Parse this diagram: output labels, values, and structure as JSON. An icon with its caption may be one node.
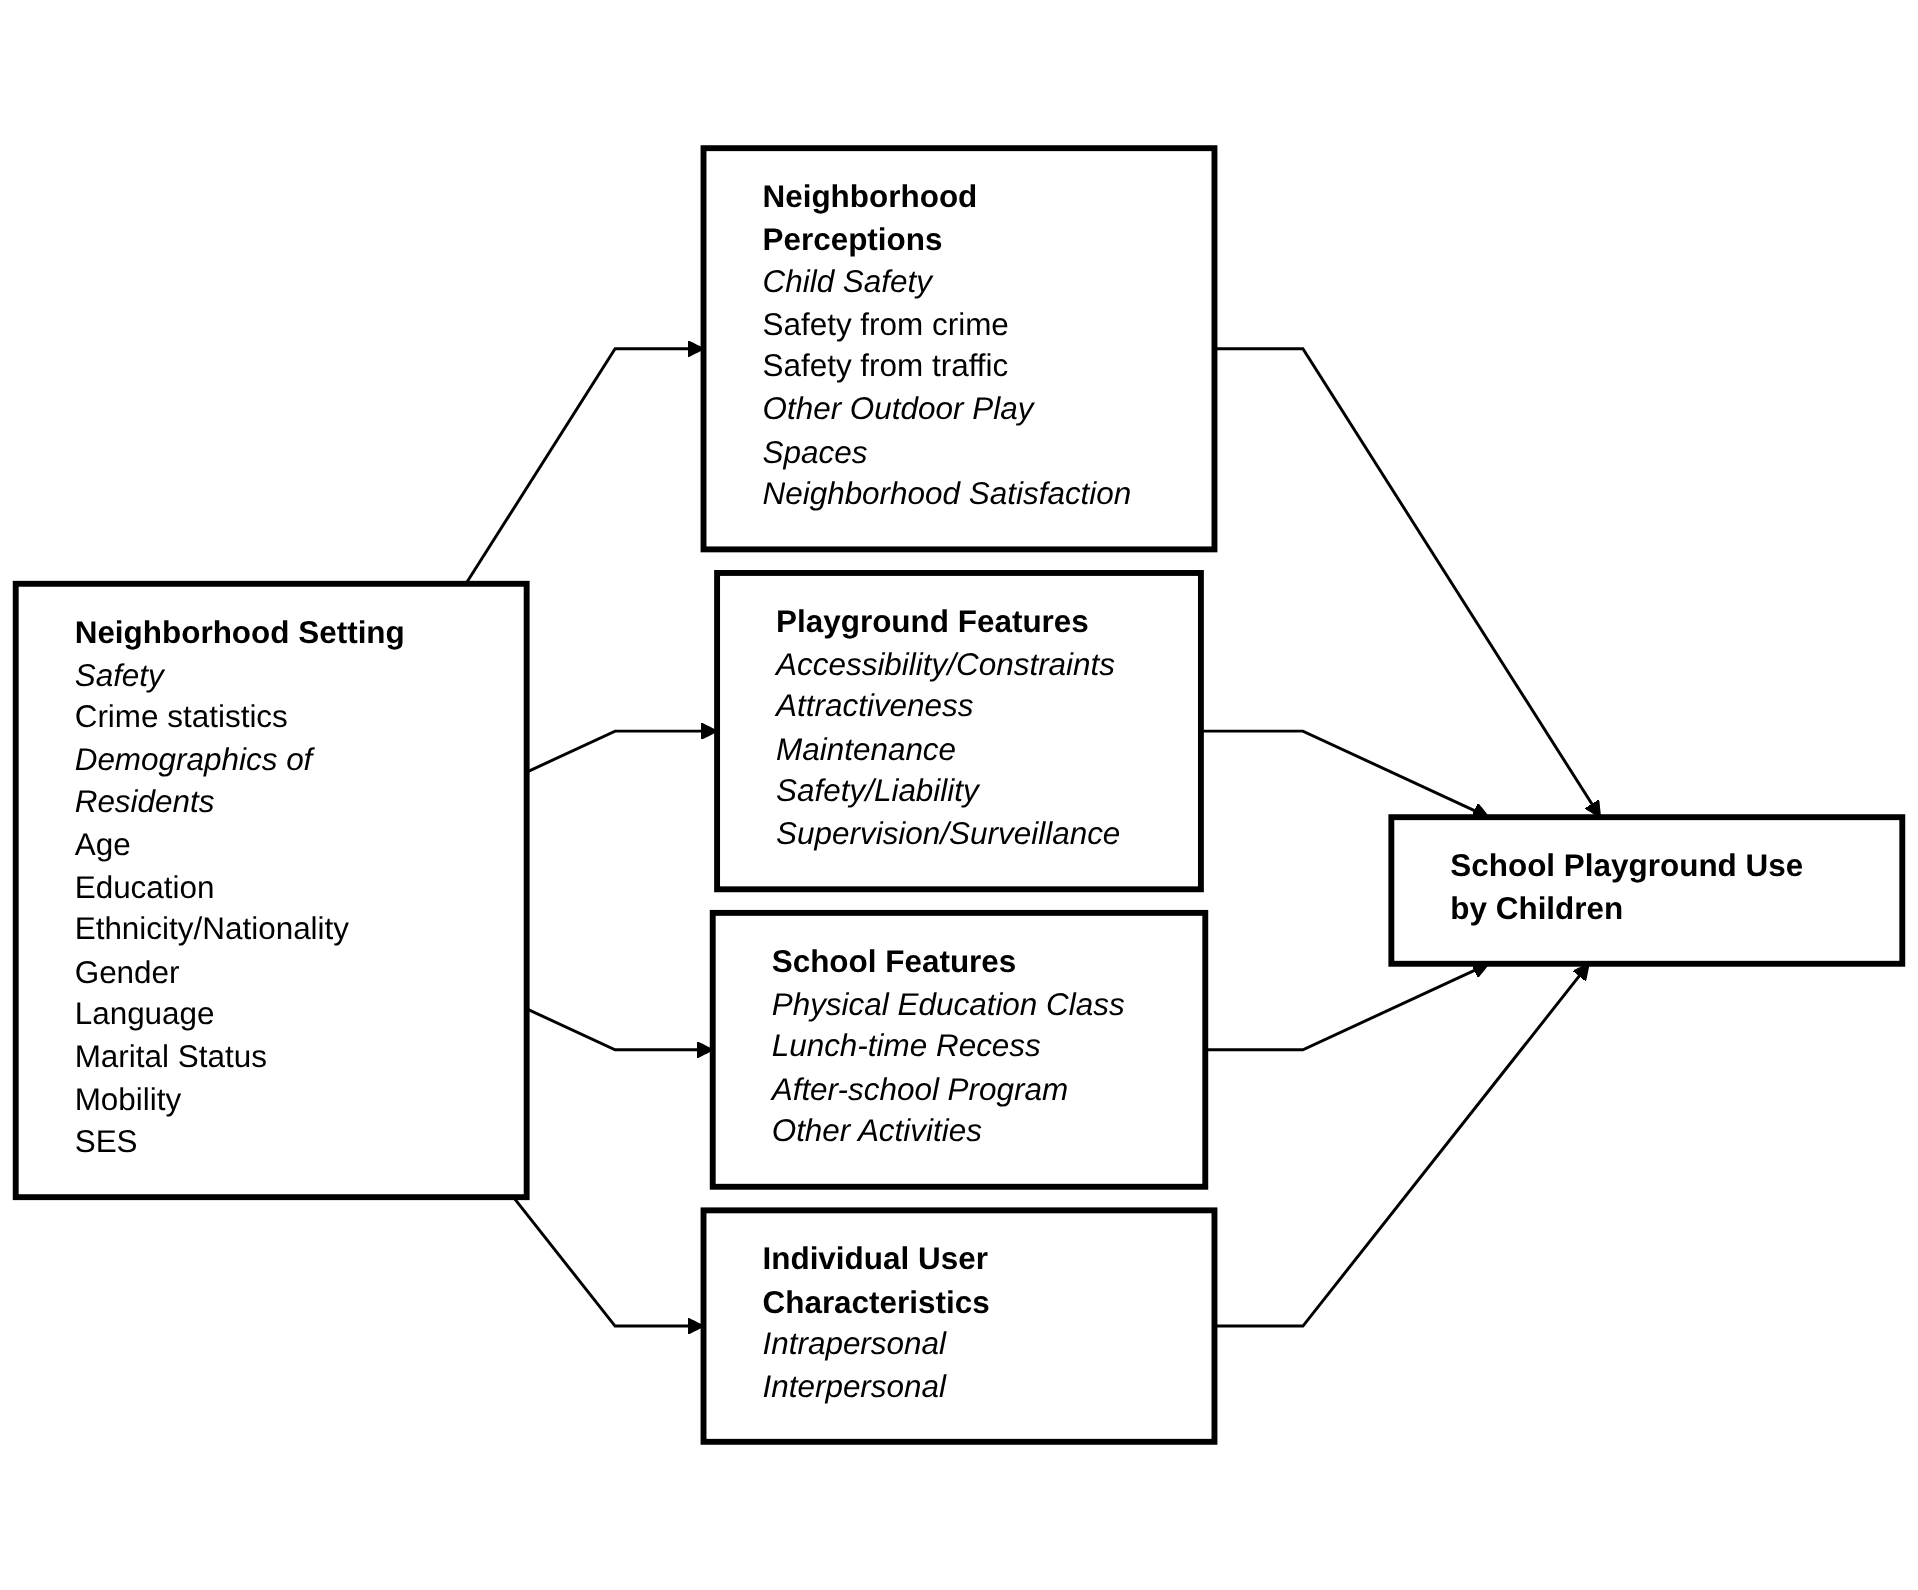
{
  "diagram": {
    "nodes": [
      {
        "text": [
          "Neighborhood Setting",
          "Safety",
          "Crime statistics",
          "Demographics of Residents",
          "Age",
          "Education",
          "Ethnicity/Nationality",
          "Gender",
          "Language",
          "Marital Status",
          "Mobility",
          "SES"
        ]
      },
      {
        "text": [
          "Neighborhood Perceptions",
          "Child Safety",
          "Safety from crime",
          "Safety from traffic",
          "Other Outdoor Play Spaces",
          "Neighborhood Satisfaction"
        ]
      },
      {
        "text": [
          "Playground Features",
          "Accessibility/Constraints",
          "Attractiveness",
          "Maintenance",
          "Safety/Liability",
          "Supervision/Surveillance"
        ]
      },
      {
        "text": [
          "School Features",
          "Physical Education Class",
          "Lunch-time Recess",
          "After-school Program",
          "Other Activities"
        ]
      },
      {
        "text": [
          "Individual User Characteristics",
          "Intrapersonal",
          "Interpersonal"
        ]
      },
      {
        "text": [
          "School Playground Use by Children"
        ]
      }
    ],
    "edges": [
      {
        "from": 0,
        "to": 1,
        "arrow": "to"
      },
      {
        "from": 0,
        "to": 2,
        "arrow": "to"
      },
      {
        "from": 0,
        "to": 3,
        "arrow": "to"
      },
      {
        "from": 0,
        "to": 4,
        "arrow": "to"
      },
      {
        "from": 1,
        "to": 5,
        "arrow": "to"
      },
      {
        "from": 2,
        "to": 5,
        "arrow": "to"
      },
      {
        "from": 3,
        "to": 5,
        "arrow": "to"
      },
      {
        "from": 4,
        "to": 5,
        "arrow": "to"
      }
    ]
  }
}
